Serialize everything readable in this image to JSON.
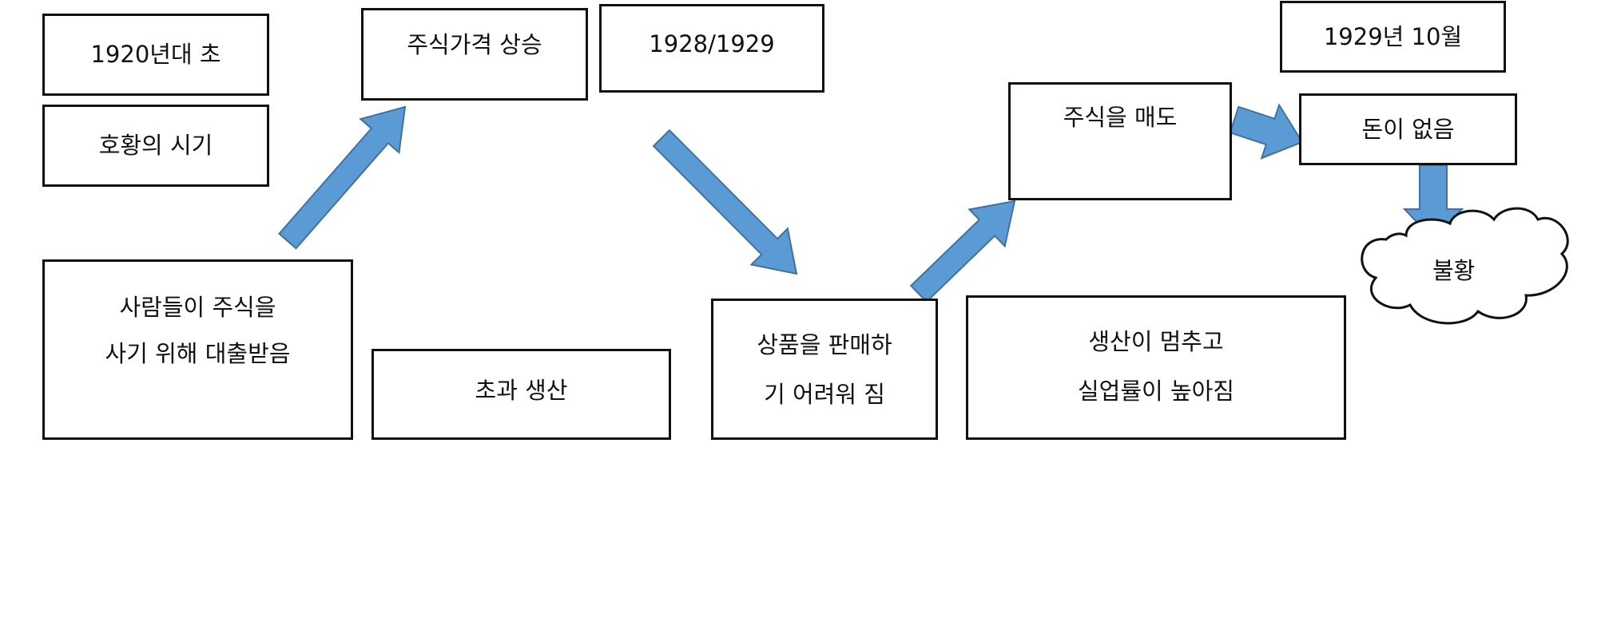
{
  "boxes": {
    "early_1920s": "1920년대 초",
    "boom_period": "호황의 시기",
    "stock_price_rise": "주식가격 상승",
    "year_1928_1929": "1928/1929",
    "loans": [
      "사람들이 주식을",
      "사기 위해 대출받음"
    ],
    "overproduction": "초과 생산",
    "hard_to_sell": [
      "상품을 판매하",
      "기 어려워 짐"
    ],
    "sell_stocks": "주식을 매도",
    "production_stops": [
      "생산이 멈추고",
      "실업률이 높아짐"
    ],
    "oct_1929": "1929년 10월",
    "no_money": "돈이 없음"
  },
  "cloud": {
    "label": "불황"
  },
  "colors": {
    "arrow_fill": "#5b9bd5",
    "arrow_stroke": "#41719c",
    "border": "#111111"
  }
}
